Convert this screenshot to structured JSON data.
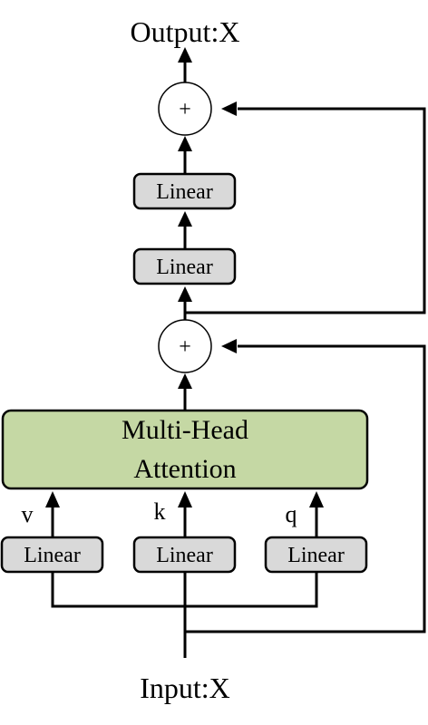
{
  "output_label": "Output:X",
  "input_label": "Input:X",
  "attention": {
    "line1": "Multi-Head",
    "line2": "Attention"
  },
  "inputs": {
    "v": {
      "label": "v",
      "linear": "Linear"
    },
    "k": {
      "label": "k",
      "linear": "Linear"
    },
    "q": {
      "label": "q",
      "linear": "Linear"
    }
  },
  "ffn": {
    "linear_lower": "Linear",
    "linear_upper": "Linear"
  },
  "add_symbol": "+",
  "colors": {
    "linear_fill": "#d9d9d9",
    "attention_fill": "#c5d8a4"
  }
}
